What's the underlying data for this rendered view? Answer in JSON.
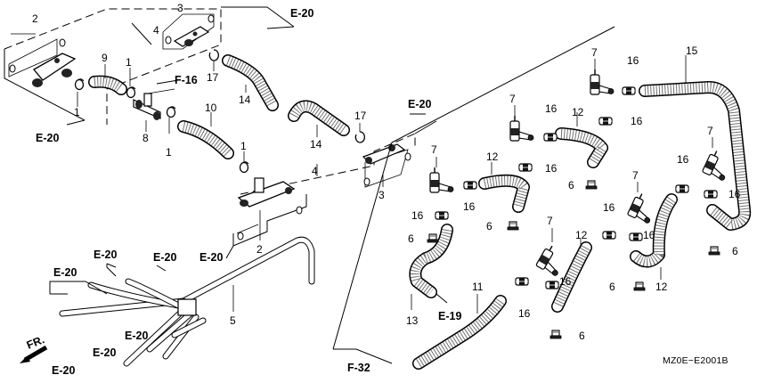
{
  "diagram": {
    "part_numbers": {
      "p1": "1",
      "p2": "2",
      "p3": "3",
      "p4": "4",
      "p5": "5",
      "p6": "6",
      "p7": "7",
      "p8": "8",
      "p9": "9",
      "p10": "10",
      "p11": "11",
      "p12": "12",
      "p13": "13",
      "p14": "14",
      "p15": "15",
      "p16": "16",
      "p17": "17"
    },
    "references": {
      "e20": "E-20",
      "e19": "E-19",
      "f16": "F-16",
      "f32": "F-32",
      "front": "FR."
    },
    "drawing_code": "MZ0E−E2001B"
  }
}
